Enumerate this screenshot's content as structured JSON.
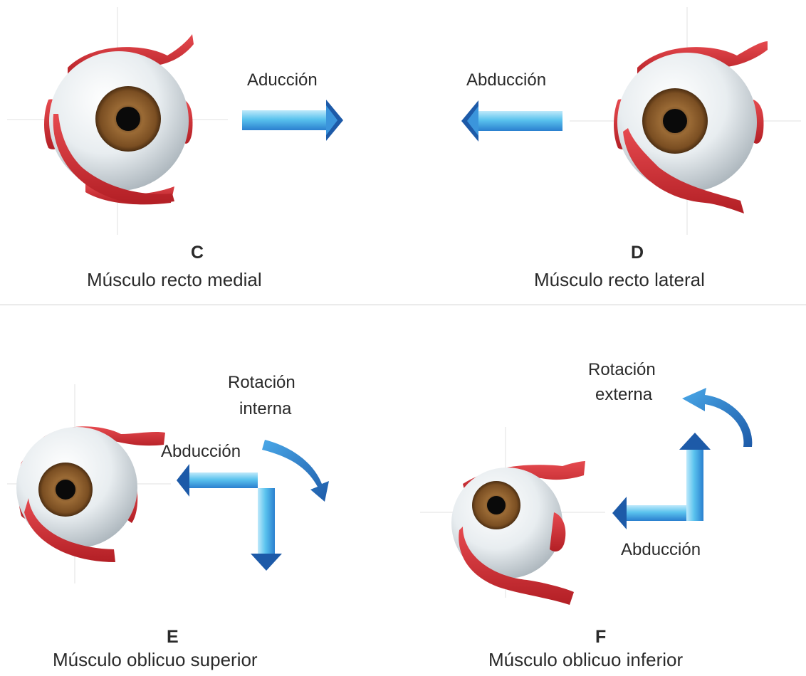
{
  "panels": {
    "C": {
      "letter": "C",
      "caption": "Músculo recto medial",
      "arrow_labels": [
        "Aducción"
      ]
    },
    "D": {
      "letter": "D",
      "caption": "Músculo recto lateral",
      "arrow_labels": [
        "Abducción"
      ]
    },
    "E": {
      "letter": "E",
      "caption": "Músculo oblicuo superior",
      "arrow_labels": [
        "Rotación interna",
        "Abducción"
      ],
      "rotation_label_line1": "Rotación",
      "rotation_label_line2": "interna"
    },
    "F": {
      "letter": "F",
      "caption": "Músculo oblicuo inferior",
      "arrow_labels": [
        "Rotación externa",
        "Abducción"
      ],
      "rotation_label_line1": "Rotación",
      "rotation_label_line2": "externa"
    }
  },
  "colors": {
    "muscle": "#d6343a",
    "muscle_dark": "#a8181e",
    "sclera": "#e9eef1",
    "iris": "#8a5a2c",
    "pupil": "#0a0a0a",
    "arrow_light": "#5ac3ee",
    "arrow_mid": "#2f8fd6",
    "arrow_dark": "#1d5aa8"
  }
}
